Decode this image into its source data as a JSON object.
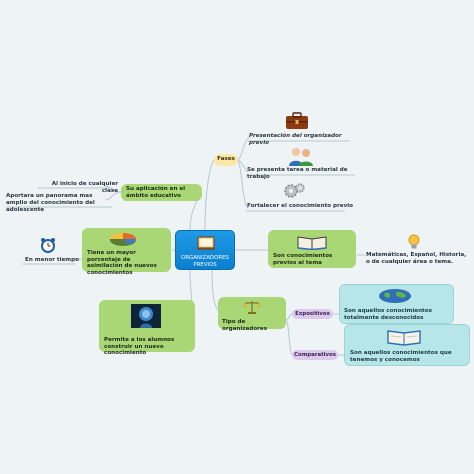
{
  "central": {
    "label": "ORGANIZADORES PREVIOS"
  },
  "fases": {
    "label": "Fases",
    "items": [
      "Presentación del organizador previo",
      "Se presenta tarea o material de trabajo",
      "Fortalecer el conocimiento previo"
    ]
  },
  "aplicacion": {
    "label": "Su aplicación en el ámbito educativo",
    "items": [
      "Al inicio de cualquier clase",
      "Aportara un panorama mas amplio del conocimiento del adolescente"
    ]
  },
  "asimilacion": {
    "label": "Tiene un mayor porcentaje de asimilación de nuevos conocimientos",
    "leaf": "En menor tiempo"
  },
  "previos": {
    "label": "Son conocimientos previos al tema",
    "leaf": "Matemáticas, Español, Historia, o de cualquier área o tema."
  },
  "construir": {
    "label": "Permite a los alumnos construir un nuevo conocimiento"
  },
  "tipos": {
    "label": "Tipo de organizadores",
    "expositivos": {
      "label": "Expositivos",
      "desc": "Son aquellos conocimientos totalmente desconocidos"
    },
    "comparativos": {
      "label": "Comparativos",
      "desc": "Son aquellos conocimientos que tenemos y conocemos"
    }
  },
  "colors": {
    "central": "#0a7fd0",
    "green": "#a9d776",
    "yellow": "#fbe7a6",
    "purple": "#dcc9ec",
    "teal": "#b7e6e8",
    "background": "#eef3f6"
  },
  "icons": [
    "briefcase-icon",
    "people-icon",
    "gears-icon",
    "board-icon",
    "pie-chart-icon",
    "alarm-clock-icon",
    "book-icon",
    "lightbulb-icon",
    "brain-head-icon",
    "scales-icon",
    "world-map-icon",
    "open-book-icon"
  ]
}
